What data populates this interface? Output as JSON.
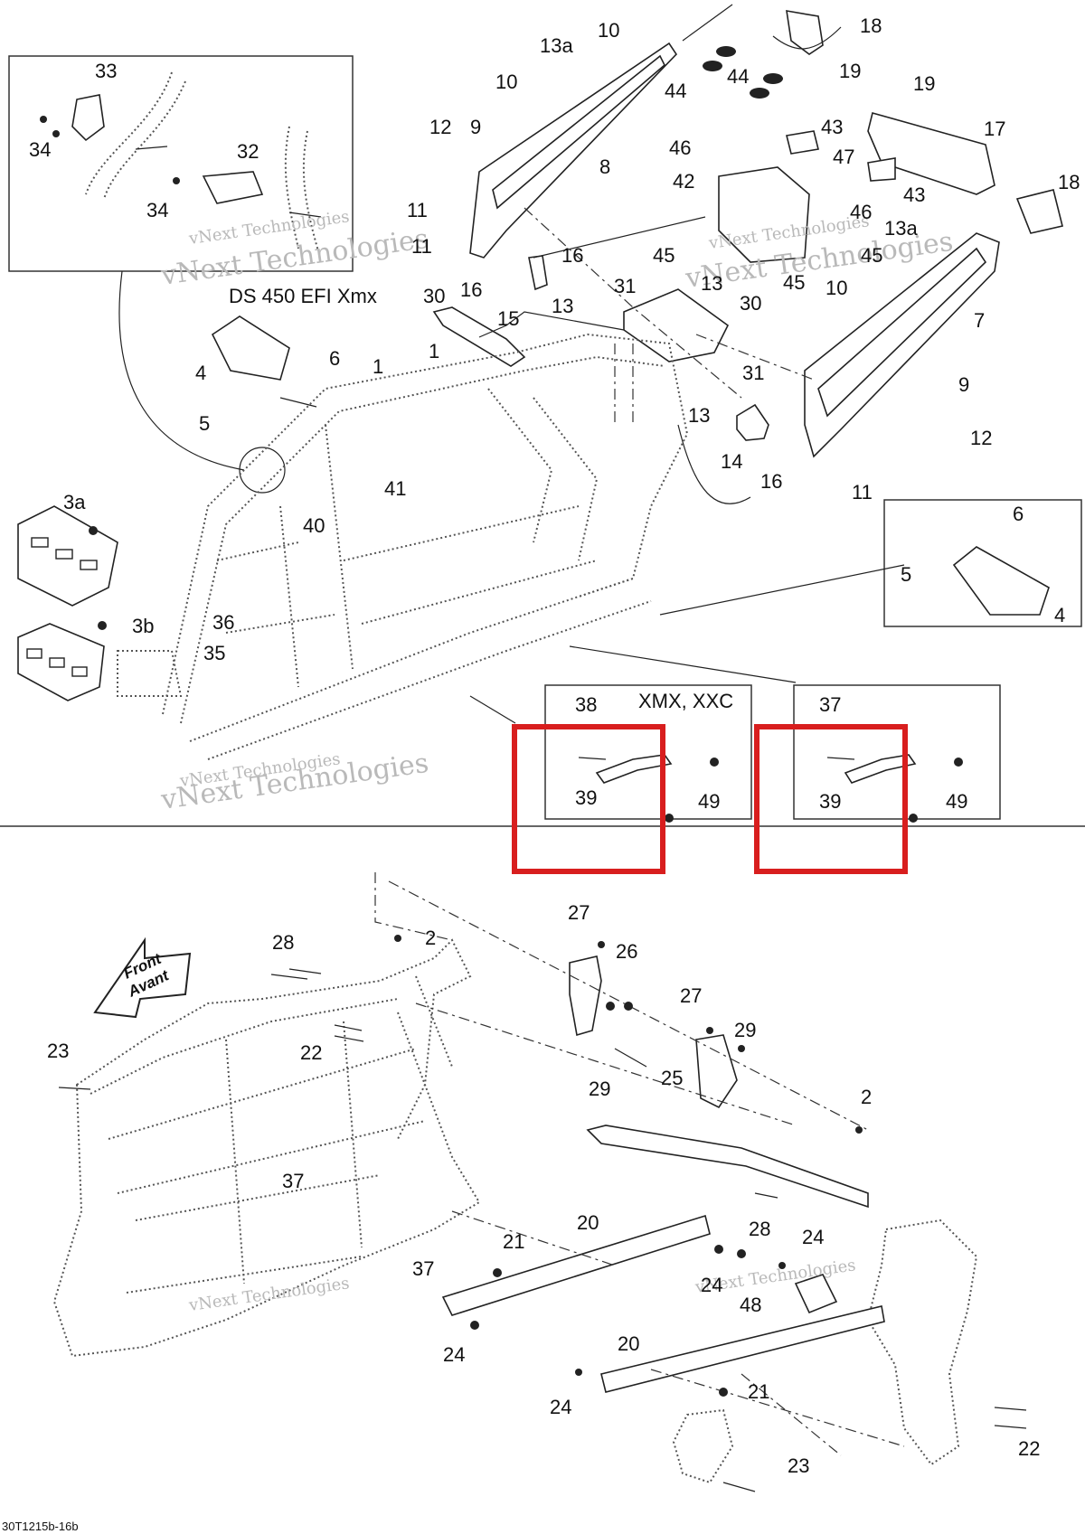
{
  "callouts": [
    {
      "id": "c33",
      "text": "33"
    },
    {
      "id": "c34a",
      "text": "34"
    },
    {
      "id": "c34b",
      "text": "34"
    },
    {
      "id": "c32",
      "text": "32"
    },
    {
      "id": "c13a_top",
      "text": "13a"
    },
    {
      "id": "c10a",
      "text": "10"
    },
    {
      "id": "c10b",
      "text": "10"
    },
    {
      "id": "c8",
      "text": "8"
    },
    {
      "id": "c12a",
      "text": "12"
    },
    {
      "id": "c9a",
      "text": "9"
    },
    {
      "id": "c11a",
      "text": "11"
    },
    {
      "id": "c11b",
      "text": "11"
    },
    {
      "id": "c16a",
      "text": "16"
    },
    {
      "id": "c16b",
      "text": "16"
    },
    {
      "id": "c15",
      "text": "15"
    },
    {
      "id": "c13a",
      "text": "13"
    },
    {
      "id": "c44a",
      "text": "44"
    },
    {
      "id": "c44b",
      "text": "44"
    },
    {
      "id": "c18a",
      "text": "18"
    },
    {
      "id": "c19a",
      "text": "19"
    },
    {
      "id": "c19b",
      "text": "19"
    },
    {
      "id": "c17",
      "text": "17"
    },
    {
      "id": "c43a",
      "text": "43"
    },
    {
      "id": "c43b",
      "text": "43"
    },
    {
      "id": "c46a",
      "text": "46"
    },
    {
      "id": "c47",
      "text": "47"
    },
    {
      "id": "c42",
      "text": "42"
    },
    {
      "id": "c46b",
      "text": "46"
    },
    {
      "id": "c45a",
      "text": "45"
    },
    {
      "id": "c45b",
      "text": "45"
    },
    {
      "id": "c45c",
      "text": "45"
    },
    {
      "id": "c18b",
      "text": "18"
    },
    {
      "id": "c13a_right",
      "text": "13a"
    },
    {
      "id": "c10c",
      "text": "10"
    },
    {
      "id": "c7",
      "text": "7"
    },
    {
      "id": "c30a",
      "text": "30"
    },
    {
      "id": "c31a",
      "text": "31"
    },
    {
      "id": "c13b",
      "text": "13"
    },
    {
      "id": "c30b",
      "text": "30"
    },
    {
      "id": "c31b",
      "text": "31"
    },
    {
      "id": "c9b",
      "text": "9"
    },
    {
      "id": "c13c",
      "text": "13"
    },
    {
      "id": "c12b",
      "text": "12"
    },
    {
      "id": "c14",
      "text": "14"
    },
    {
      "id": "c16c",
      "text": "16"
    },
    {
      "id": "c11c",
      "text": "11"
    },
    {
      "id": "c4a",
      "text": "4"
    },
    {
      "id": "c6a",
      "text": "6"
    },
    {
      "id": "c5a",
      "text": "5"
    },
    {
      "id": "c1a",
      "text": "1"
    },
    {
      "id": "c1b",
      "text": "1"
    },
    {
      "id": "c41",
      "text": "41"
    },
    {
      "id": "c40",
      "text": "40"
    },
    {
      "id": "c3a",
      "text": "3a"
    },
    {
      "id": "c3b",
      "text": "3b"
    },
    {
      "id": "c36",
      "text": "36"
    },
    {
      "id": "c35",
      "text": "35"
    },
    {
      "id": "c6b",
      "text": "6"
    },
    {
      "id": "c5b",
      "text": "5"
    },
    {
      "id": "c4b",
      "text": "4"
    },
    {
      "id": "c38",
      "text": "38"
    },
    {
      "id": "c39a",
      "text": "39"
    },
    {
      "id": "c49a",
      "text": "49"
    },
    {
      "id": "c37a",
      "text": "37"
    },
    {
      "id": "c39b",
      "text": "39"
    },
    {
      "id": "c49b",
      "text": "49"
    },
    {
      "id": "c27a",
      "text": "27"
    },
    {
      "id": "c26",
      "text": "26"
    },
    {
      "id": "c2a",
      "text": "2"
    },
    {
      "id": "c28a",
      "text": "28"
    },
    {
      "id": "c22a",
      "text": "22"
    },
    {
      "id": "c23a",
      "text": "23"
    },
    {
      "id": "c27b",
      "text": "27"
    },
    {
      "id": "c29a",
      "text": "29"
    },
    {
      "id": "c29b",
      "text": "29"
    },
    {
      "id": "c25",
      "text": "25"
    },
    {
      "id": "c2b",
      "text": "2"
    },
    {
      "id": "c37b",
      "text": "37"
    },
    {
      "id": "c37c",
      "text": "37"
    },
    {
      "id": "c28b",
      "text": "28"
    },
    {
      "id": "c21a",
      "text": "21"
    },
    {
      "id": "c20a",
      "text": "20"
    },
    {
      "id": "c24a",
      "text": "24"
    },
    {
      "id": "c24b",
      "text": "24"
    },
    {
      "id": "c48",
      "text": "48"
    },
    {
      "id": "c24c",
      "text": "24"
    },
    {
      "id": "c20b",
      "text": "20"
    },
    {
      "id": "c21b",
      "text": "21"
    },
    {
      "id": "c24d",
      "text": "24"
    },
    {
      "id": "c23b",
      "text": "23"
    },
    {
      "id": "c22b",
      "text": "22"
    }
  ],
  "labels": {
    "variant_ds450": "DS 450 EFI Xmx",
    "variant_xmx_xxc": "XMX, XXC",
    "front_label_line1": "Front",
    "front_label_line2": "Avant",
    "document_code": "30T1215b-16b"
  },
  "watermarks": [
    "vNext Technologies",
    "vNext Technologies",
    "vNext Technologies",
    "vNext Technologies",
    "vNext Technologies",
    "vNext Technologies",
    "vNext Technologies",
    "vNext Technologies"
  ],
  "highlight_color": "#d81e1e"
}
